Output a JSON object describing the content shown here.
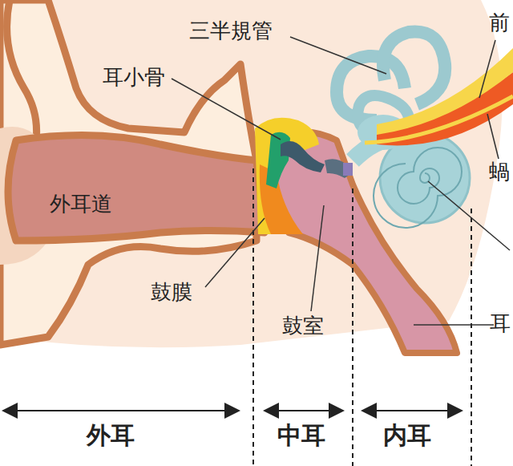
{
  "diagram": {
    "labels": [
      "三半規管",
      "前",
      "耳小骨",
      "外耳道",
      "蝸",
      "鼓膜",
      "鼓室",
      "耳",
      "外耳",
      "中耳",
      "内耳"
    ]
  }
}
